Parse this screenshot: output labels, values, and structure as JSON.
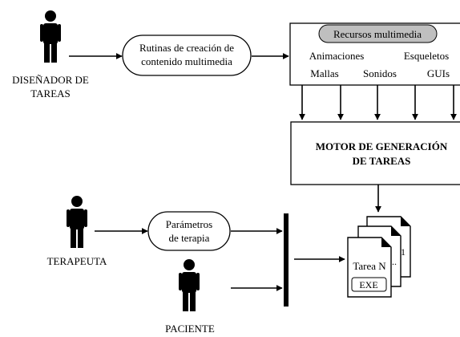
{
  "actors": {
    "designer": {
      "label_line1": "DISEÑADOR DE",
      "label_line2": "TAREAS"
    },
    "therapist": {
      "label": "TERAPEUTA"
    },
    "patient": {
      "label": "PACIENTE"
    }
  },
  "nodes": {
    "routines": {
      "line1": "Rutinas de creación de",
      "line2": "contenido multimedia"
    },
    "resources": {
      "title": "Recursos multimedia",
      "items": [
        "Animaciones",
        "Esqueletos",
        "Mallas",
        "Sonidos",
        "GUIs"
      ]
    },
    "engine": {
      "line1": "MOTOR DE GENERACIÓN",
      "line2": "DE TAREAS"
    },
    "parameters": {
      "line1": "Parámetros",
      "line2": "de terapia"
    },
    "task_stack": {
      "task_label": "Tarea N",
      "exe_label": "EXE",
      "back_label_1": "1",
      "back_label_2": ".."
    }
  }
}
